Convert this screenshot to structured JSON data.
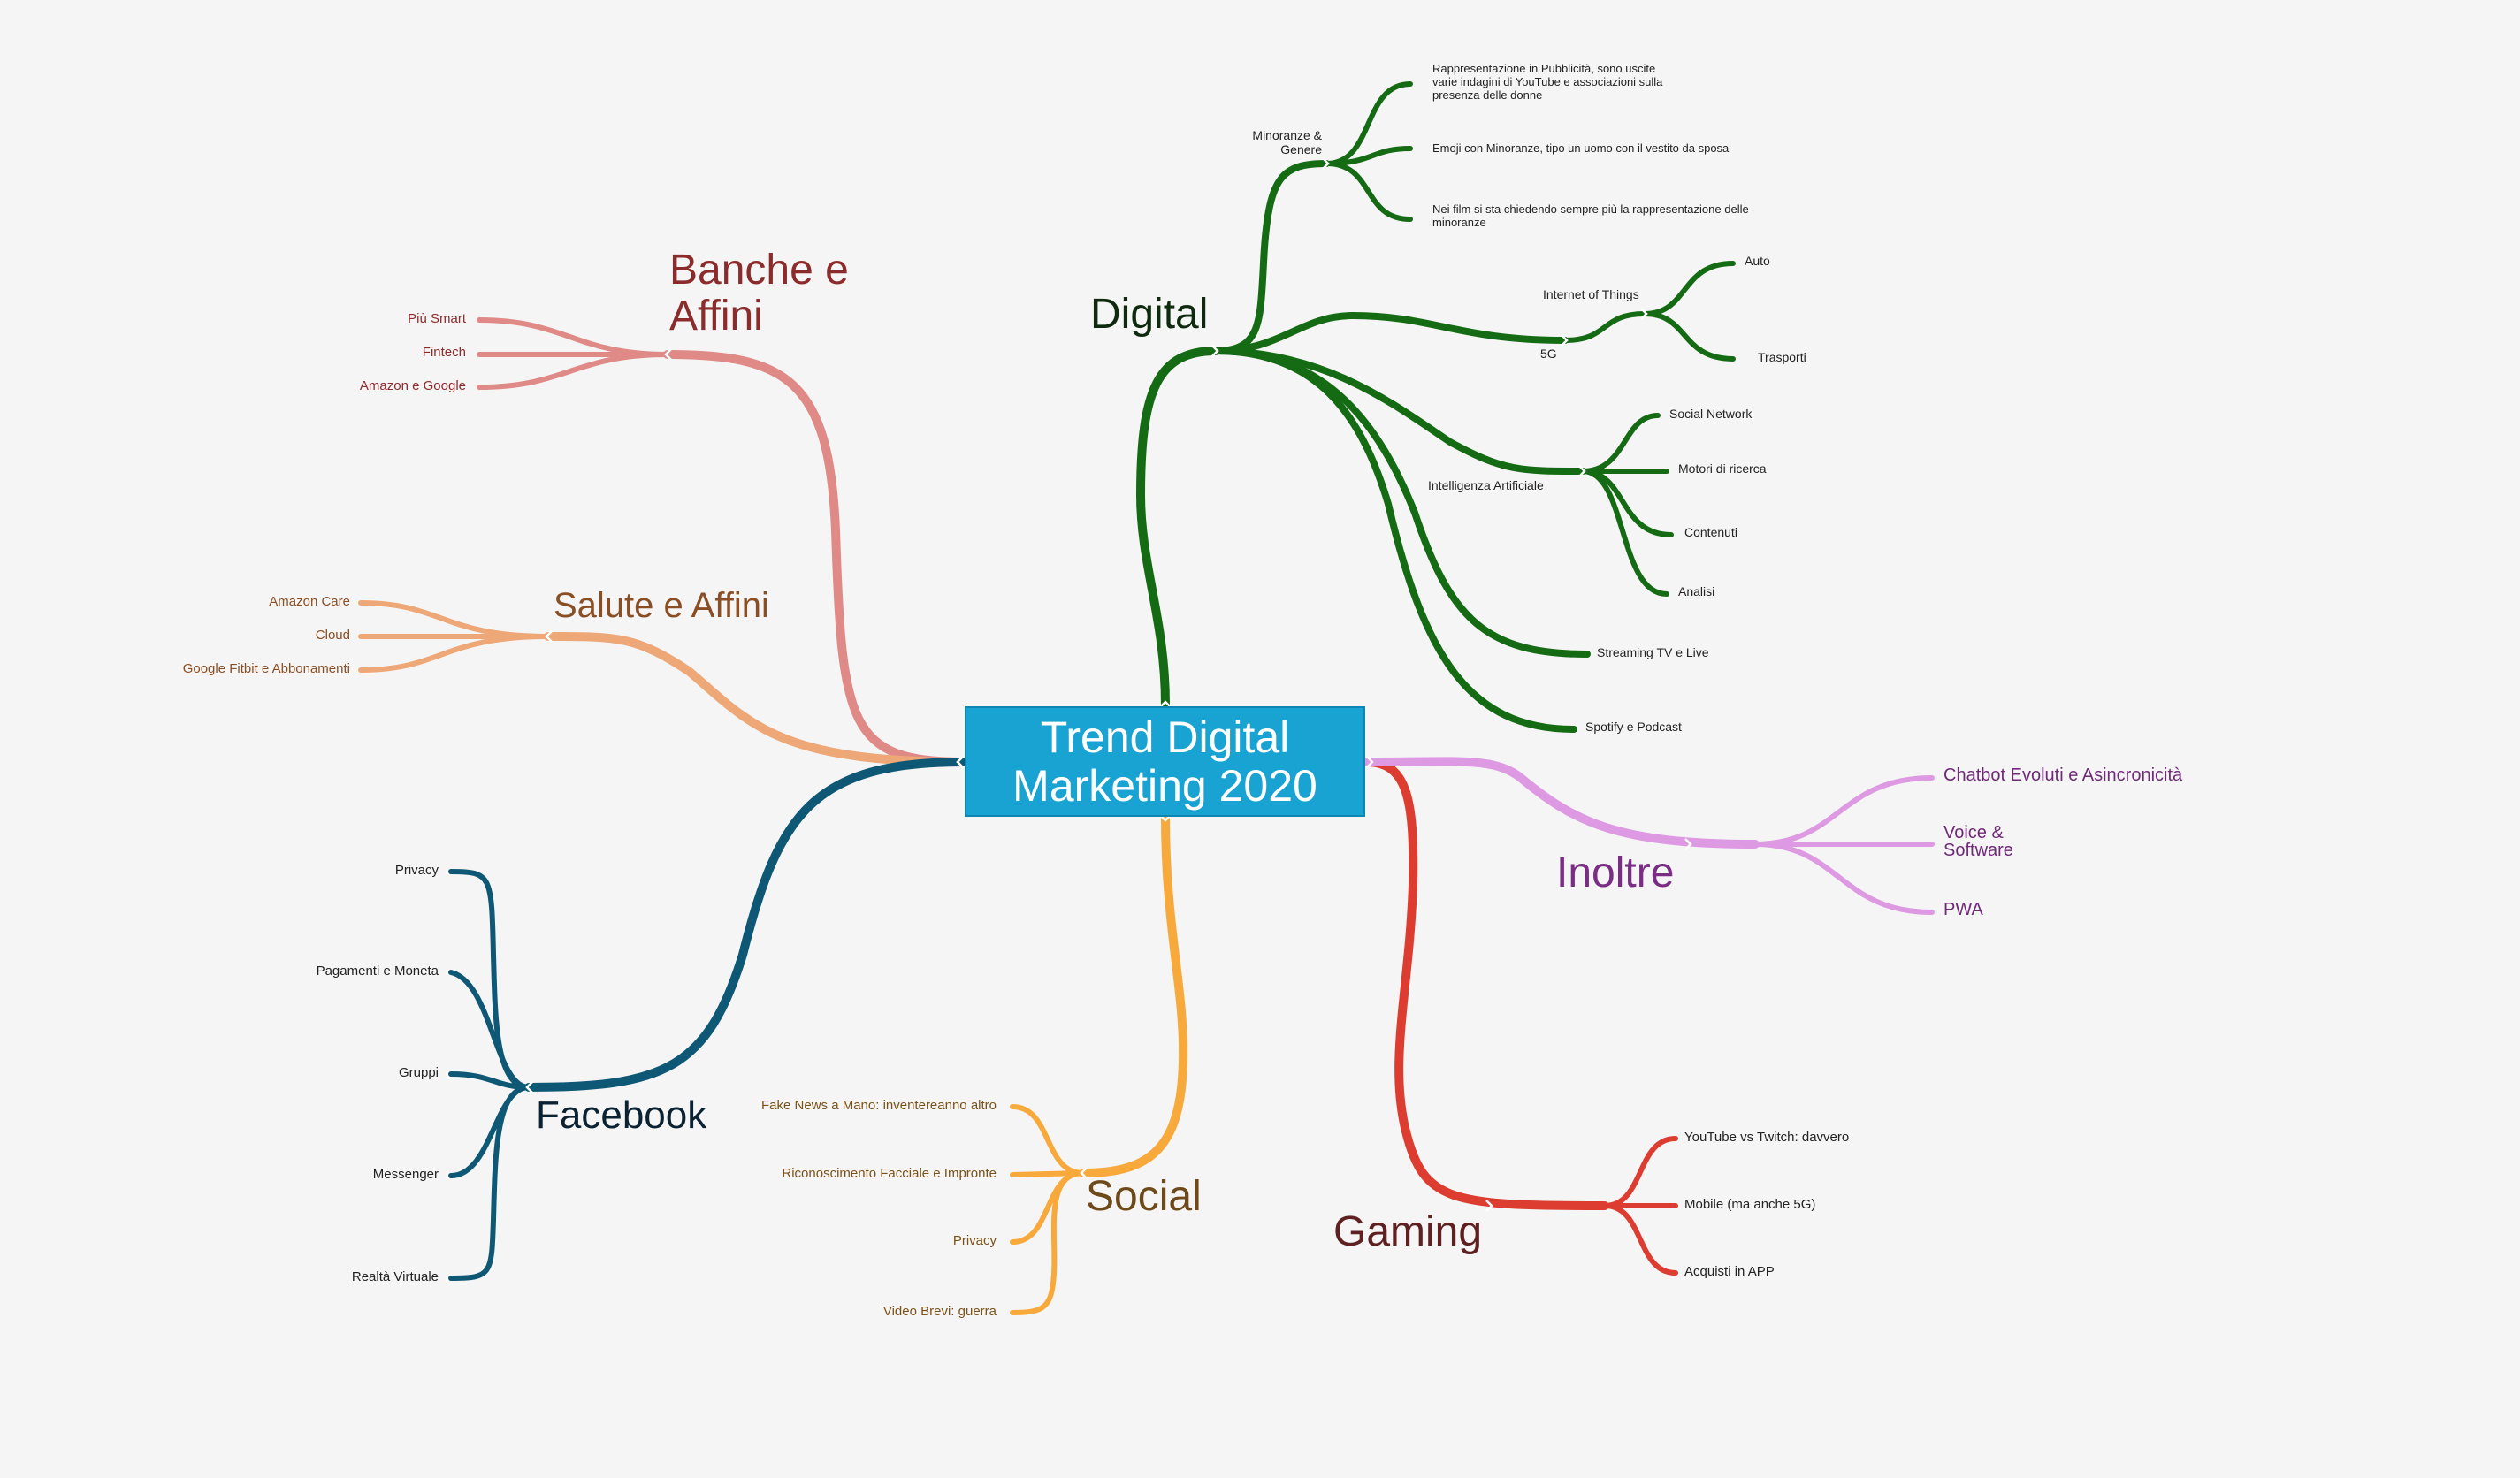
{
  "root": {
    "line1": "Trend Digital",
    "line2": "Marketing 2020"
  },
  "colors": {
    "banche": "#e08a87",
    "salute": "#eea877",
    "facebook": "#0f5875",
    "social": "#f8a93b",
    "gaming": "#dc3d30",
    "inoltre": "#dd9ae3",
    "digital": "#146b14"
  },
  "banche": {
    "title_line1": "Banche e",
    "title_line2": "Affini",
    "items": [
      "Più Smart",
      "Fintech",
      "Amazon e Google"
    ]
  },
  "salute": {
    "title": "Salute e Affini",
    "items": [
      "Amazon Care",
      "Cloud",
      "Google Fitbit e Abbonamenti"
    ]
  },
  "facebook": {
    "title": "Facebook",
    "items": [
      "Privacy",
      "Pagamenti e Moneta",
      "Gruppi",
      "Messenger",
      "Realtà Virtuale"
    ]
  },
  "social": {
    "title": "Social",
    "items": [
      "Fake News a Mano: inventereanno altro",
      "Riconoscimento Facciale e Impronte",
      "Privacy",
      "Video Brevi: guerra"
    ]
  },
  "gaming": {
    "title": "Gaming",
    "items": [
      "YouTube vs Twitch: davvero",
      "Mobile (ma anche 5G)",
      "Acquisti in APP"
    ]
  },
  "inoltre": {
    "title": "Inoltre",
    "items": [
      "Chatbot Evoluti e Asincronicità",
      "Voice & Software",
      "PWA"
    ]
  },
  "digital": {
    "title": "Digital",
    "minoranze": {
      "label_line1": "Minoranze &",
      "label_line2": "Genere",
      "items": [
        [
          "Rappresentazione in Pubblicità, sono uscite",
          "varie indagini di YouTube e associazioni sulla",
          "presenza delle donne"
        ],
        [
          "Emoji con Minoranze, tipo un uomo con il vestito da sposa"
        ],
        [
          "Nei film si sta chiedendo sempre più la rappresentazione delle",
          "minoranze"
        ]
      ]
    },
    "g5": {
      "label": "5G",
      "iot": {
        "label": "Internet of Things",
        "items": [
          "Auto",
          "Trasporti"
        ]
      }
    },
    "ai": {
      "label": "Intelligenza Artificiale",
      "items": [
        "Social Network",
        "Motori di ricerca",
        "Contenuti",
        "Analisi"
      ]
    },
    "streaming": "Streaming TV e Live",
    "spotify": "Spotify e Podcast"
  }
}
